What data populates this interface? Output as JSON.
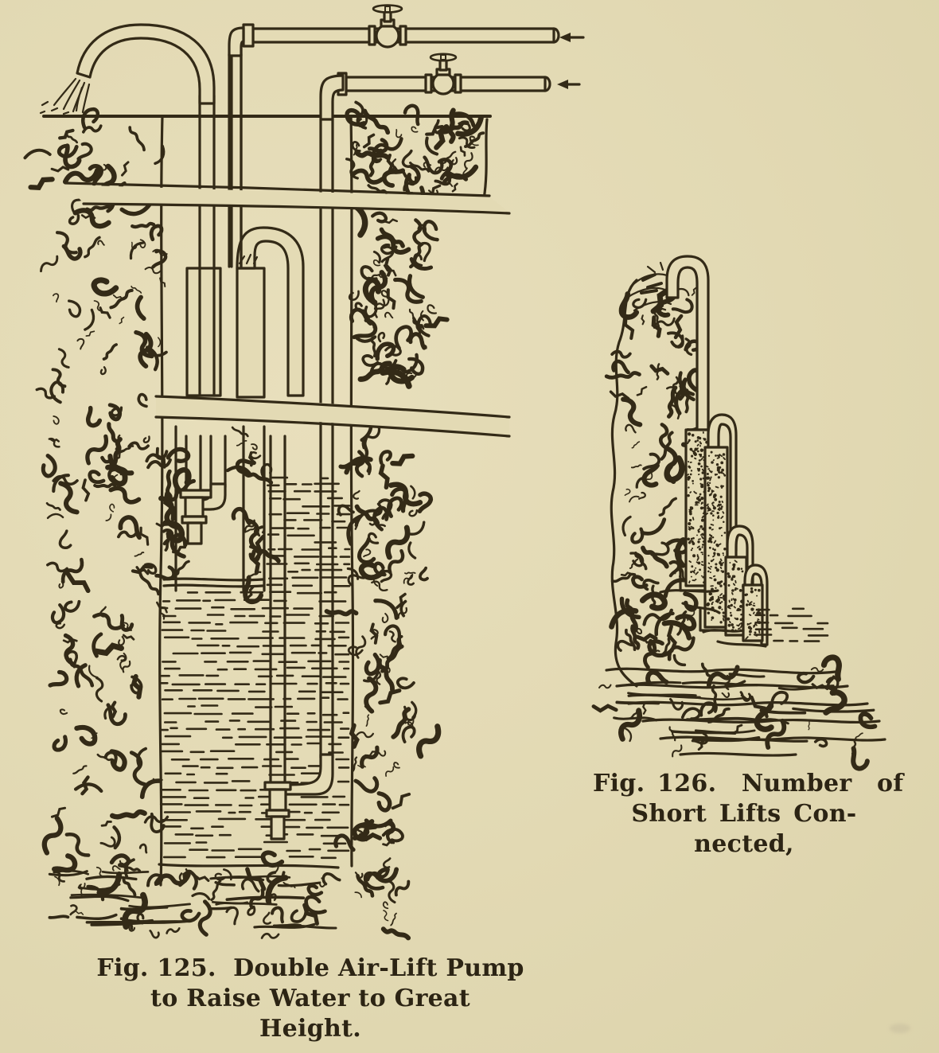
{
  "page": {
    "background_color": "#e2d9b3",
    "ink_color": "#332a17",
    "kind": "scanned-book-page"
  },
  "figures": [
    {
      "illustration": "double-air-lift-pump-well-cross-section",
      "caption_lines": [
        "Fig. 125.  Double Air-Lift Pump",
        "to Raise Water to Great",
        "Height."
      ]
    },
    {
      "illustration": "cascade-of-short-air-lifts",
      "caption_lines": [
        "Fig. 126.  Number  of",
        "Short Lifts Con-",
        "nected,"
      ]
    }
  ]
}
